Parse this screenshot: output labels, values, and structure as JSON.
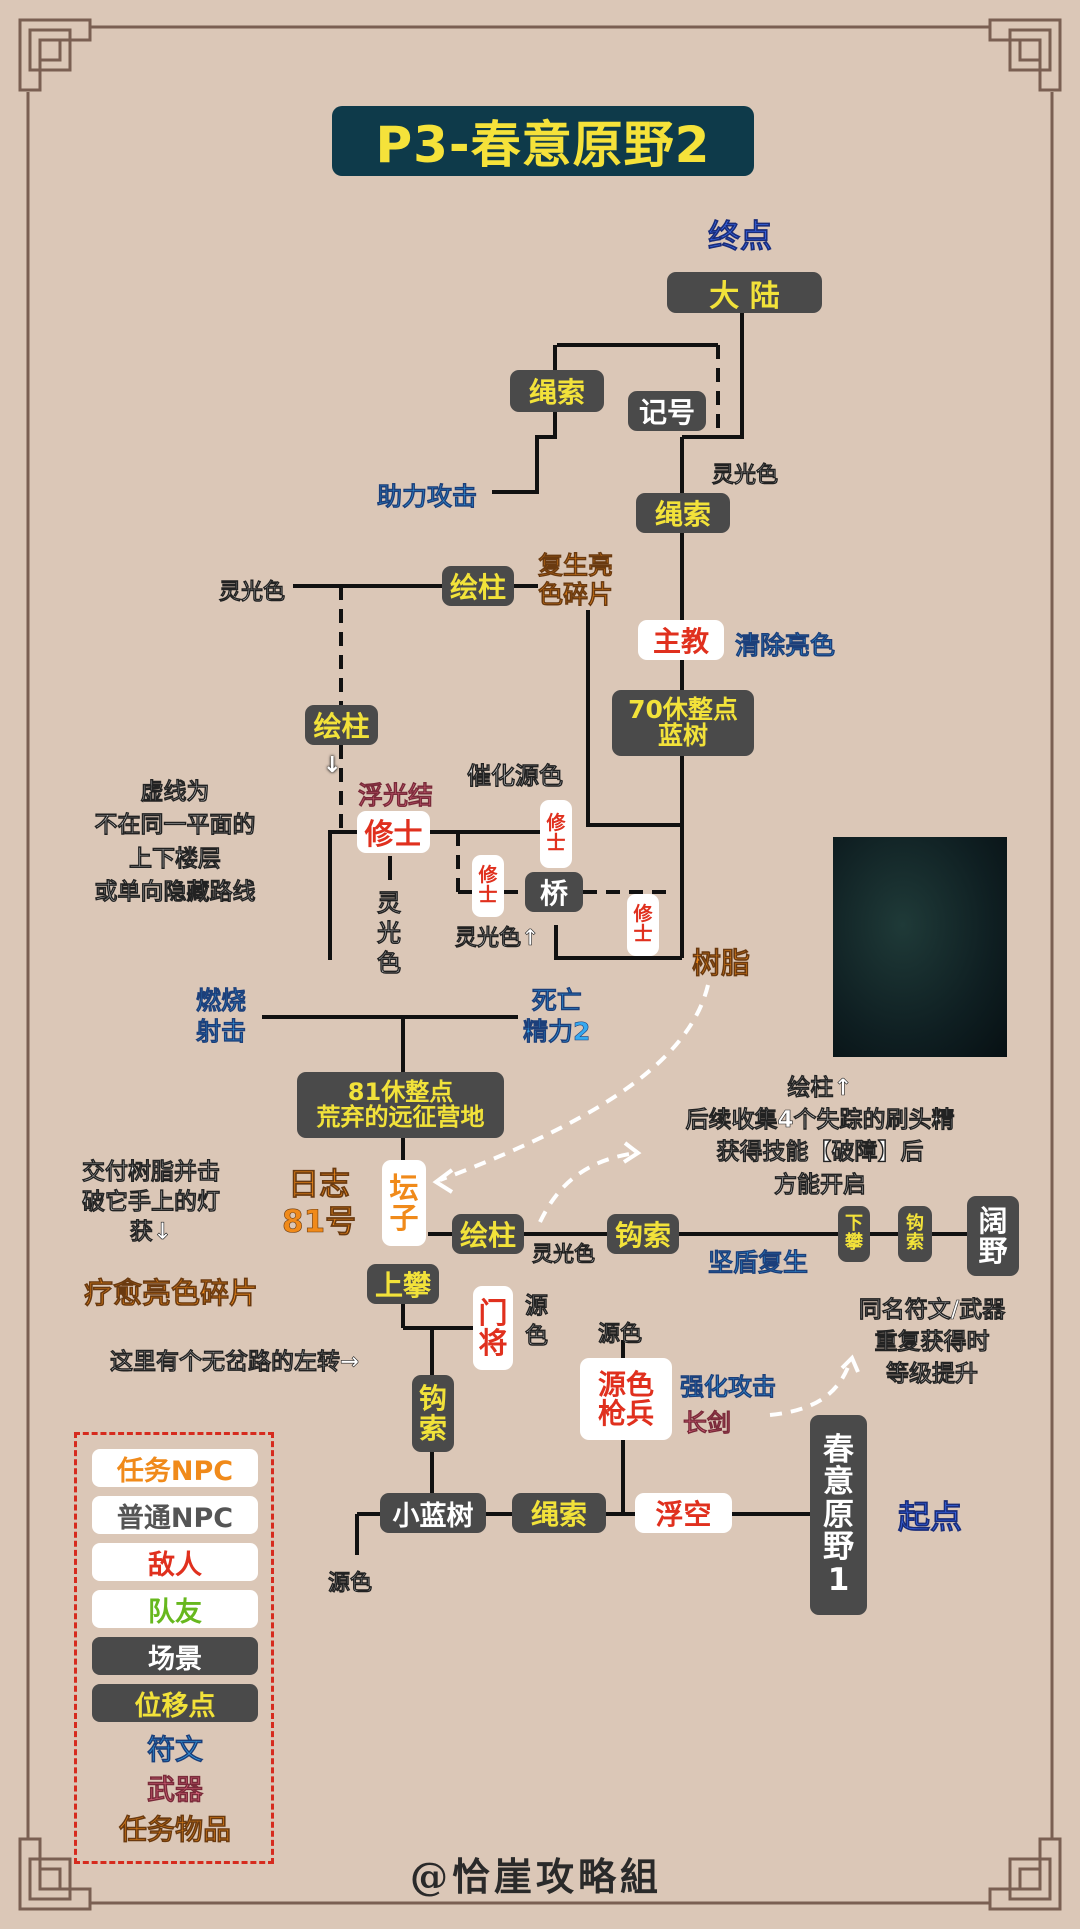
{
  "title": "P3-春意原野2",
  "watermark": "@恰崖攻略組",
  "colors": {
    "background": "#dbc7b7",
    "title_bg": "#0e3a4a",
    "title_text": "#f5e23a",
    "scene_bg": "#4a4a4a",
    "enemy_text": "#e0301e",
    "task_npc_text": "#f08a1a",
    "friend_text": "#67b81e",
    "rune_text": "#36a9f0",
    "weapon_text": "#ee6f8a",
    "legend_border": "#d62b1e"
  },
  "nodes": {
    "end_label": "终点",
    "start_label": "起点",
    "dalu": "大 陆",
    "jihao": "记号",
    "shengsuo_top": "绳索",
    "shengsuo_mid": "绳索",
    "shengsuo_bottom": "绳索",
    "huizhu_top": "绘柱",
    "huizhu_left": "绘柱",
    "huizhu_lower": "绘柱",
    "zhujiao": "主教",
    "rest70": "70休整点\n蓝树",
    "xiushi_main": "修士",
    "xiushi_a": "修\n士",
    "xiushi_b": "修\n士",
    "xiushi_c": "修\n士",
    "qiao": "桥",
    "rest81": "81休整点\n荒弃的远征营地",
    "tanzi": "坛\n子",
    "shangpan": "上攀",
    "gousuo_mid": "钩索",
    "gousuo_vert": "钩\n索",
    "xiapan": "下\n攀",
    "gousuo_small": "钩\n索",
    "kuoye": "阔\n野",
    "menjiang": "门\n将",
    "yuanse_qiangbing": "源色\n枪兵",
    "xiaolanshu": "小蓝树",
    "fukong": "浮空",
    "chunyi1": "春\n意\n原\n野\n1"
  },
  "labels": {
    "zhuli_gongji": "助力攻击",
    "lingguangse_1": "灵光色",
    "lingguangse_2": "灵光色",
    "lingguangse_3": "灵\n光\n色",
    "lingguangse_4": "灵光色↑",
    "lingguangse_5": "灵光色",
    "fusheng_liangse": "复生亮\n色碎片",
    "qingchu_liangse": "清除亮色",
    "fuguangjie": "浮光结",
    "cuihua_yuanse": "催化源色",
    "shuzhi": "树脂",
    "ranshao_sheji": "燃烧\n射击",
    "siwang_jingli": "死亡\n精力2",
    "rizhi": "日志\n81号",
    "jiaofu_note": "交付树脂并击\n破它手上的灯\n获↓",
    "liaoyu": "疗愈亮色碎片",
    "jiandun_fusheng": "坚盾复生",
    "yuanse_1": "源\n色",
    "yuanse_2": "源色",
    "yuanse_3": "源色",
    "qianghua_gongji": "强化攻击",
    "changjian": "长剑",
    "zuozhuan_note": "这里有个无岔路的左转→",
    "dashed_note": "虚线为\n不在同一平面的\n上下楼层\n或单向隐藏路线",
    "huizhu_note": "绘柱↑\n后续收集4个失踪的刷头精\n获得技能【破障】后\n方能开启",
    "same_name_note": "同名符文/武器\n重复获得时\n等级提升",
    "down_arrow": "↓"
  },
  "legend": {
    "task_npc": "任务NPC",
    "normal_npc": "普通NPC",
    "enemy": "敌人",
    "friend": "队友",
    "scene": "场景",
    "move_point": "位移点",
    "rune": "符文",
    "weapon": "武器",
    "task_item": "任务物品"
  }
}
